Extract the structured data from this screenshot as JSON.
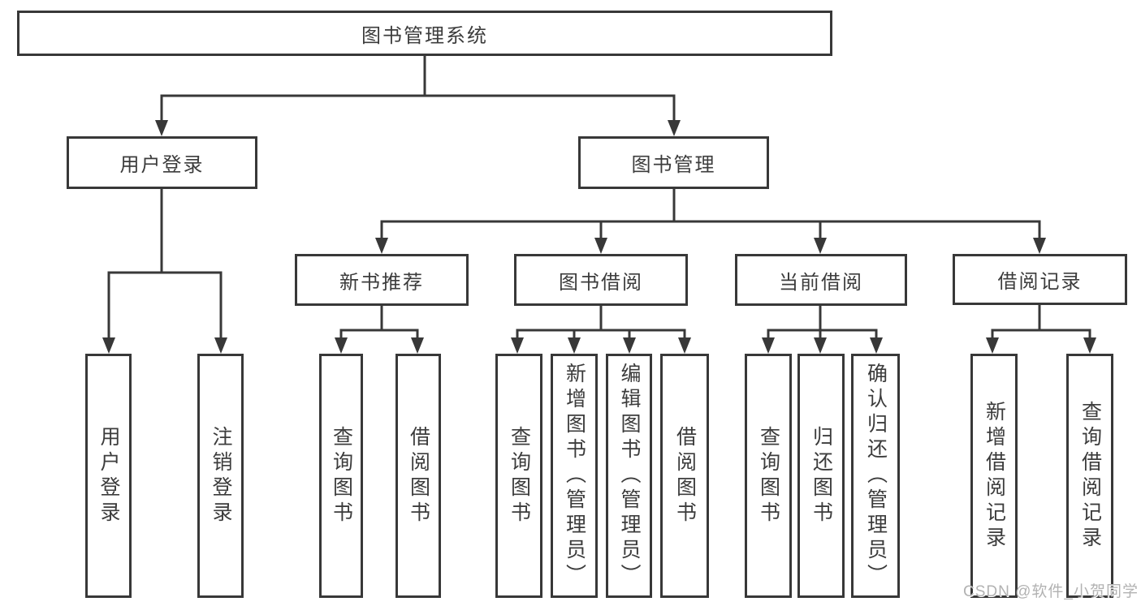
{
  "diagram_title": "图书管理系统",
  "tree": {
    "root": {
      "label": "图书管理系统",
      "children": [
        {
          "label": "用户登录",
          "children": [
            {
              "label": "用户登录"
            },
            {
              "label": "注销登录"
            }
          ]
        },
        {
          "label": "图书管理",
          "children": [
            {
              "label": "新书推荐",
              "children": [
                {
                  "label": "查询图书"
                },
                {
                  "label": "借阅图书"
                }
              ]
            },
            {
              "label": "图书借阅",
              "children": [
                {
                  "label": "查询图书"
                },
                {
                  "label": "新增图书（管理员）"
                },
                {
                  "label": "编辑图书（管理员）"
                },
                {
                  "label": "借阅图书"
                }
              ]
            },
            {
              "label": "当前借阅",
              "children": [
                {
                  "label": "查询图书"
                },
                {
                  "label": "归还图书"
                },
                {
                  "label": "确认归还（管理员）"
                }
              ]
            },
            {
              "label": "借阅记录",
              "children": [
                {
                  "label": "新增借阅记录"
                },
                {
                  "label": "查询借阅记录"
                }
              ]
            }
          ]
        }
      ]
    }
  },
  "watermark": {
    "text": "CSDN @软件_小贺同学"
  },
  "colors": {
    "line": "#383838",
    "text": "#3c3c3c",
    "watermark": "#b2b2b2",
    "box_background": "#ffffff"
  }
}
